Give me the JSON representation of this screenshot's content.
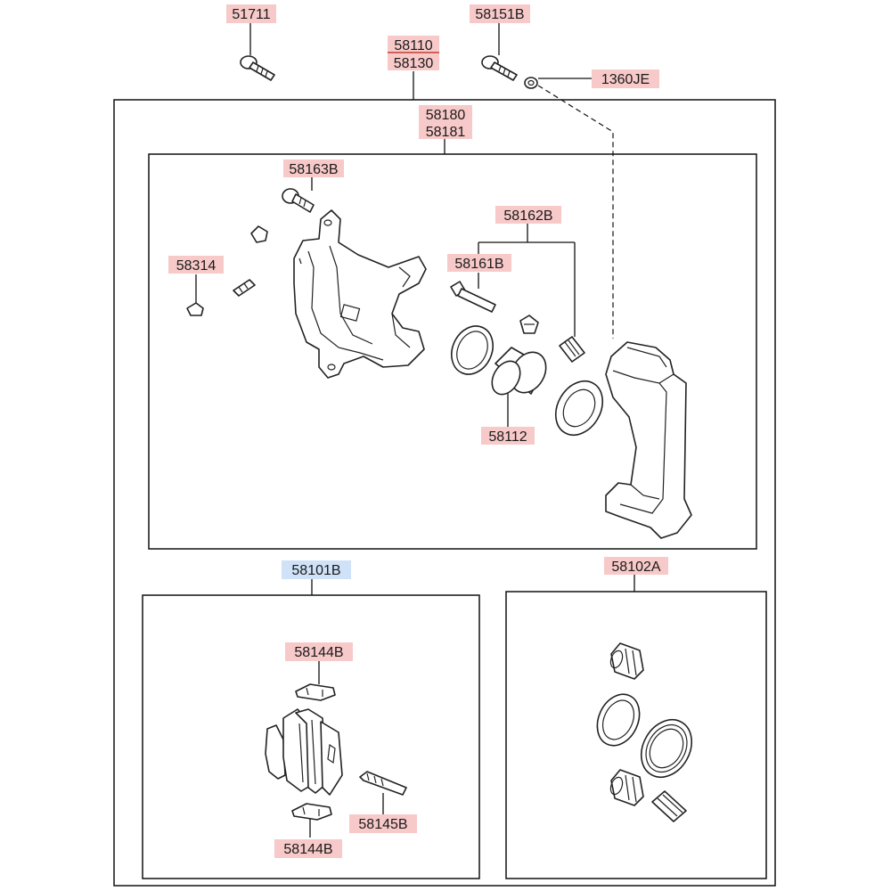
{
  "colors": {
    "label_bg": "#f7c9c9",
    "label_bg_selected": "#cfe2f7",
    "line": "#111111"
  },
  "labels": {
    "p51711": "51711",
    "p58151B": "58151B",
    "p58110": "58110",
    "p58130": "58130",
    "p1360JE": "1360JE",
    "p58180": "58180",
    "p58181": "58181",
    "p58163B": "58163B",
    "p58162B": "58162B",
    "p58314": "58314",
    "p58161B": "58161B",
    "p58112": "58112",
    "p58101B": "58101B",
    "p58102A": "58102A",
    "p58144B_top": "58144B",
    "p58145B": "58145B",
    "p58144B_bottom": "58144B"
  }
}
